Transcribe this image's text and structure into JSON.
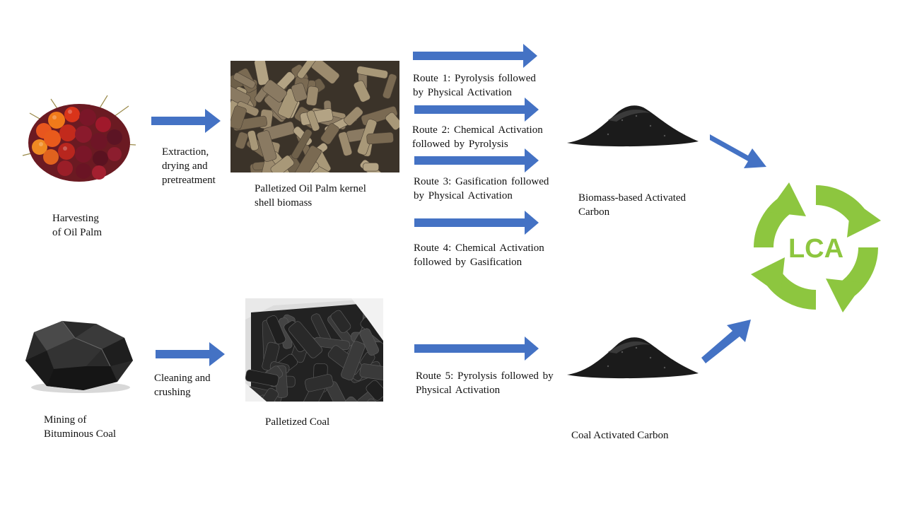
{
  "colors": {
    "arrow": "#4472C4",
    "lca_green": "#8DC63F",
    "coal": "#1c1c1c"
  },
  "biomass": {
    "source_label": [
      "Harvesting",
      "of Oil Palm"
    ],
    "step_label": [
      "Extraction,",
      "drying and",
      "pretreatment"
    ],
    "product_label": [
      "Palletized Oil Palm kernel",
      "shell biomass"
    ],
    "output_label": [
      "Biomass-based Activated",
      "Carbon"
    ]
  },
  "coal": {
    "source_label": [
      "Mining of",
      "Bituminous Coal"
    ],
    "step_label": [
      "Cleaning and",
      "crushing"
    ],
    "product_label": [
      "Palletized Coal"
    ],
    "output_label": [
      "Coal Activated Carbon"
    ]
  },
  "routes": [
    [
      "Route 1: Pyrolysis followed",
      "by Physical Activation"
    ],
    [
      "Route 2: Chemical Activation",
      "followed by Pyrolysis"
    ],
    [
      "Route 3: Gasification followed",
      "by Physical Activation"
    ],
    [
      "Route 4: Chemical Activation",
      "followed by Gasification"
    ],
    [
      "Route 5: Pyrolysis followed by",
      "Physical Activation"
    ]
  ],
  "lca": {
    "label": "LCA"
  },
  "icons": [
    "oil-palm-fruit-image",
    "palm-kernel-pellets-image",
    "coal-lump-image",
    "coal-pellets-image",
    "activated-carbon-pile-image",
    "lca-recycle-icon"
  ]
}
